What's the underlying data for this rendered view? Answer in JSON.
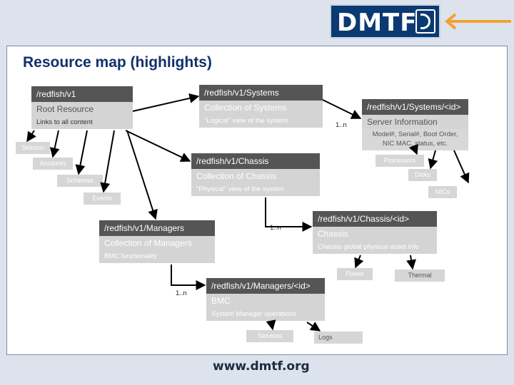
{
  "header": {
    "logo_text": "DMTF",
    "title": "Resource map (highlights)",
    "footer_url": "www.dmtf.org"
  },
  "nodes": {
    "root": {
      "title": "/redfish/v1",
      "subtitle": "Root Resource",
      "description": "Links to all content"
    },
    "systems": {
      "title": "/redfish/v1/Systems",
      "subtitle": "Collection of Systems",
      "description": "\"Logical\" view of the system"
    },
    "system_id": {
      "title": "/redfish/v1/Systems/<id>",
      "subtitle": "Server Information",
      "description_line1": "Model#, Serial#, Boot Order,",
      "description_line2": "NIC MAC, status, etc."
    },
    "chassis": {
      "title": "/redfish/v1/Chassis",
      "subtitle": "Collection of Chassis",
      "description": "\"Physical\" view of the system"
    },
    "chassis_id": {
      "title": "/redfish/v1/Chassis/<id>",
      "subtitle": "Chassis",
      "description": "Chassis global physical asset info"
    },
    "managers": {
      "title": "/redfish/v1/Managers",
      "subtitle": "Collection of Managers",
      "description": "BMC functionality"
    },
    "manager_id": {
      "title": "/redfish/v1/Managers/<id>",
      "subtitle": "BMC",
      "description": "System Manager operations"
    }
  },
  "tags": {
    "session": "Session",
    "accounts": "Accounts",
    "schemas": "Schemas",
    "events": "Events",
    "processors": "Processors",
    "disks": "Disks",
    "nics": "NICs",
    "power": "Power",
    "thermal": "Thermal",
    "services": "Services",
    "logs": "Logs"
  },
  "multiplicity": {
    "systems": "1..n",
    "chassis": "1..n",
    "managers": "1..n"
  },
  "colors": {
    "header_bar": "#555555",
    "sub_bar": "#d4d4d4",
    "title": "#12306b",
    "brand": "#0b3a72",
    "accent_arrow": "#f2a22f"
  }
}
